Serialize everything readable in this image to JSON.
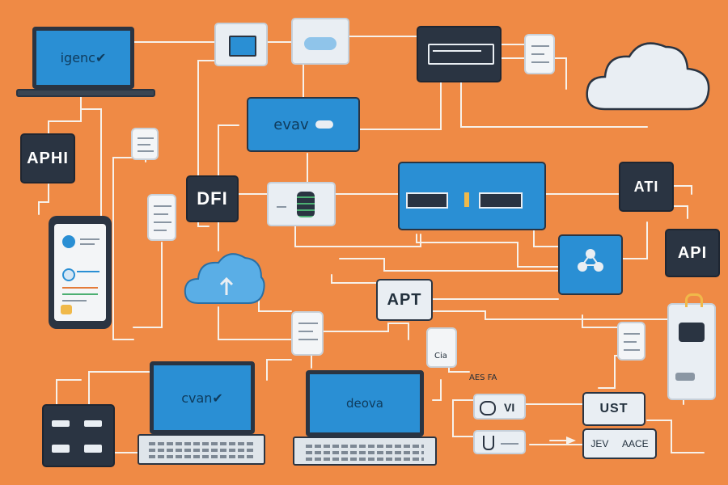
{
  "laptop_top_left": {
    "screen_text": "igenc✔"
  },
  "laptop_bottom_left": {
    "screen_text": "cvan✔"
  },
  "laptop_bottom_mid": {
    "screen_text": "deova"
  },
  "api_box_left": {
    "label": "APHI"
  },
  "dfi_box": {
    "label": "DFI"
  },
  "api_mid": {
    "label": "APT"
  },
  "api_right_top": {
    "label": "ATI"
  },
  "api_right_mid": {
    "label": "API"
  },
  "banner_top": {
    "text": "evav"
  },
  "right_small_label": {
    "text": "AES FA"
  },
  "vi_box": {
    "label": "VI"
  },
  "ust_box": {
    "label": "UST"
  },
  "bottom_right_box": {
    "label": "JEV",
    "label2": "AACE"
  },
  "mid_small_tag": {
    "label": "Cia"
  },
  "colors": {
    "background": "#ef8a45",
    "dark": "#2a3442",
    "blue": "#2a8fd4",
    "light": "#e9eef3"
  }
}
